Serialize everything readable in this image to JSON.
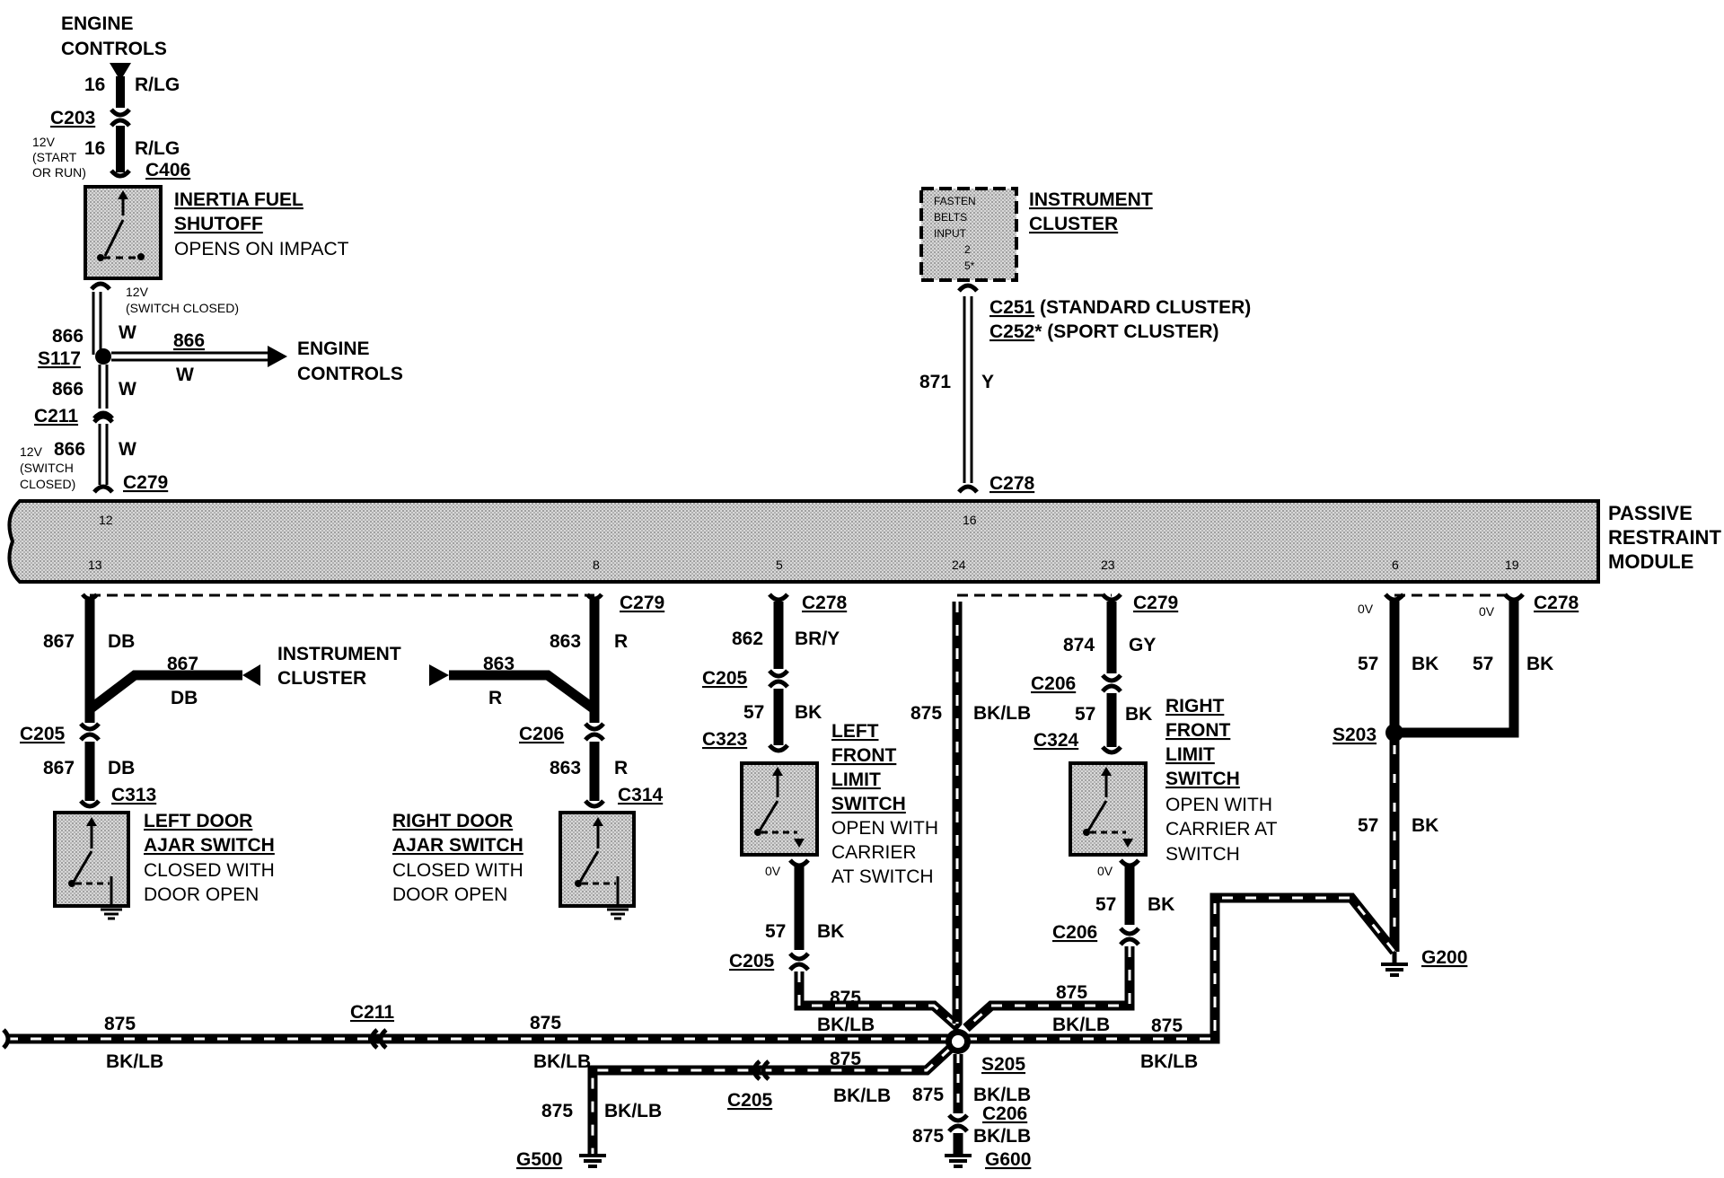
{
  "top": {
    "engine_controls_1": "ENGINE",
    "engine_controls_2": "CONTROLS",
    "wire_16a": "16",
    "color_rlg_a": "R/LG",
    "conn_c203": "C203",
    "volt_12v": "12V",
    "volt_start": "(START",
    "volt_run": "OR RUN)",
    "wire_16b": "16",
    "color_rlg_b": "R/LG",
    "conn_c406": "C406"
  },
  "inertia": {
    "title_1": "INERTIA FUEL",
    "title_2": "SHUTOFF",
    "desc": "OPENS ON  IMPACT",
    "volt_1": "12V",
    "volt_2": "(SWITCH  CLOSED)"
  },
  "s117": {
    "w866_a": "866",
    "w_a": "W",
    "splice": "S117",
    "w866_b": "866",
    "w_b": "W",
    "w866_c": "866",
    "w_c": "W",
    "out_1": "ENGINE",
    "out_2": "CONTROLS",
    "conn_c211": "C211",
    "volt_1": "12V",
    "w866_d": "866",
    "w_d": "W",
    "volt_2": "(SWITCH",
    "volt_3": "CLOSED)",
    "conn_c279": "C279"
  },
  "cluster": {
    "box_1": "FASTEN",
    "box_2": "BELTS",
    "box_3": "INPUT",
    "box_4": "2",
    "box_5": "5*",
    "title_1": "INSTRUMENT",
    "title_2": "CLUSTER",
    "c251": "C251",
    "c251_desc": " (STANDARD CLUSTER)",
    "c252": "C252",
    "c252_desc": "* (SPORT CLUSTER)",
    "w871": "871",
    "w_y": "Y",
    "conn_c278": "C278"
  },
  "module": {
    "title_1": "PASSIVE",
    "title_2": "RESTRAINT",
    "title_3": "MODULE",
    "pin_12": "12",
    "pin_16": "16",
    "pin_13": "13",
    "pin_8": "8",
    "pin_5": "5",
    "pin_24": "24",
    "pin_23": "23",
    "pin_6": "6",
    "pin_19": "19"
  },
  "left_door": {
    "conn_c279": "C279",
    "w867_a": "867",
    "db_a": "DB",
    "w867_b": "867",
    "db_b": "DB",
    "conn_c205": "C205",
    "w867_c": "867",
    "db_c": "DB",
    "conn_c313": "C313",
    "title_1": "LEFT DOOR",
    "title_2": "AJAR SWITCH",
    "desc_1": "CLOSED WITH",
    "desc_2": "DOOR OPEN",
    "ic_1": "INSTRUMENT",
    "ic_2": "CLUSTER"
  },
  "right_door": {
    "w863_a": "863",
    "r_a": "R",
    "w863_b": "863",
    "r_b": "R",
    "conn_c206": "C206",
    "w863_c": "863",
    "r_c": "R",
    "conn_c314": "C314",
    "title_1": "RIGHT DOOR",
    "title_2": "AJAR SWITCH",
    "desc_1": "CLOSED WITH",
    "desc_2": "DOOR OPEN"
  },
  "left_limit": {
    "conn_c278": "C278",
    "w862": "862",
    "bry": "BR/Y",
    "conn_c205": "C205",
    "w57_a": "57",
    "bk_a": "BK",
    "conn_c323": "C323",
    "title_1": "LEFT",
    "title_2": "FRONT",
    "title_3": "LIMIT",
    "title_4": "SWITCH",
    "desc_1": "OPEN WITH",
    "desc_2": "CARRIER",
    "desc_3": "AT SWITCH",
    "volt": "0V",
    "w57_b": "57",
    "bk_b": "BK",
    "conn_c205b": "C205"
  },
  "center": {
    "w875": "875",
    "bklb": "BK/LB"
  },
  "right_limit": {
    "conn_c279": "C279",
    "w874": "874",
    "gy": "GY",
    "conn_c206": "C206",
    "w57_a": "57",
    "bk_a": "BK",
    "conn_c324": "C324",
    "title_1": "RIGHT",
    "title_2": "FRONT",
    "title_3": "LIMIT",
    "title_4": "SWITCH",
    "desc_1": "OPEN WITH",
    "desc_2": "CARRIER AT",
    "desc_3": "SWITCH",
    "volt": "0V",
    "w57_b": "57",
    "bk_b": "BK",
    "conn_c206b": "C206"
  },
  "ground_right": {
    "conn_c278": "C278",
    "volt_a": "0V",
    "volt_b": "0V",
    "w57_a": "57",
    "bk_a": "BK",
    "w57_b": "57",
    "bk_b": "BK",
    "splice": "S203",
    "w57_c": "57",
    "bk_c": "BK",
    "ground": "G200"
  },
  "bottom": {
    "w875_a": "875",
    "bklb_a": "BK/LB",
    "conn_c211": "C211",
    "w875_b": "875",
    "bklb_b": "BK/LB",
    "w875_c": "875",
    "bklb_c": "BK/LB",
    "w875_d": "875",
    "bklb_d": "BK/LB",
    "w875_e": "875",
    "bklb_e": "BK/LB",
    "w875_f": "875",
    "bklb_f": "BK/LB",
    "conn_c205": "C205",
    "w875_g": "875",
    "bklb_g": "BK/LB",
    "ground_g500": "G500",
    "splice": "S205",
    "w875_h": "875",
    "bklb_h": "BK/LB",
    "conn_c206": "C206",
    "w875_i": "875",
    "bklb_i": "BK/LB",
    "ground_g600": "G600"
  }
}
